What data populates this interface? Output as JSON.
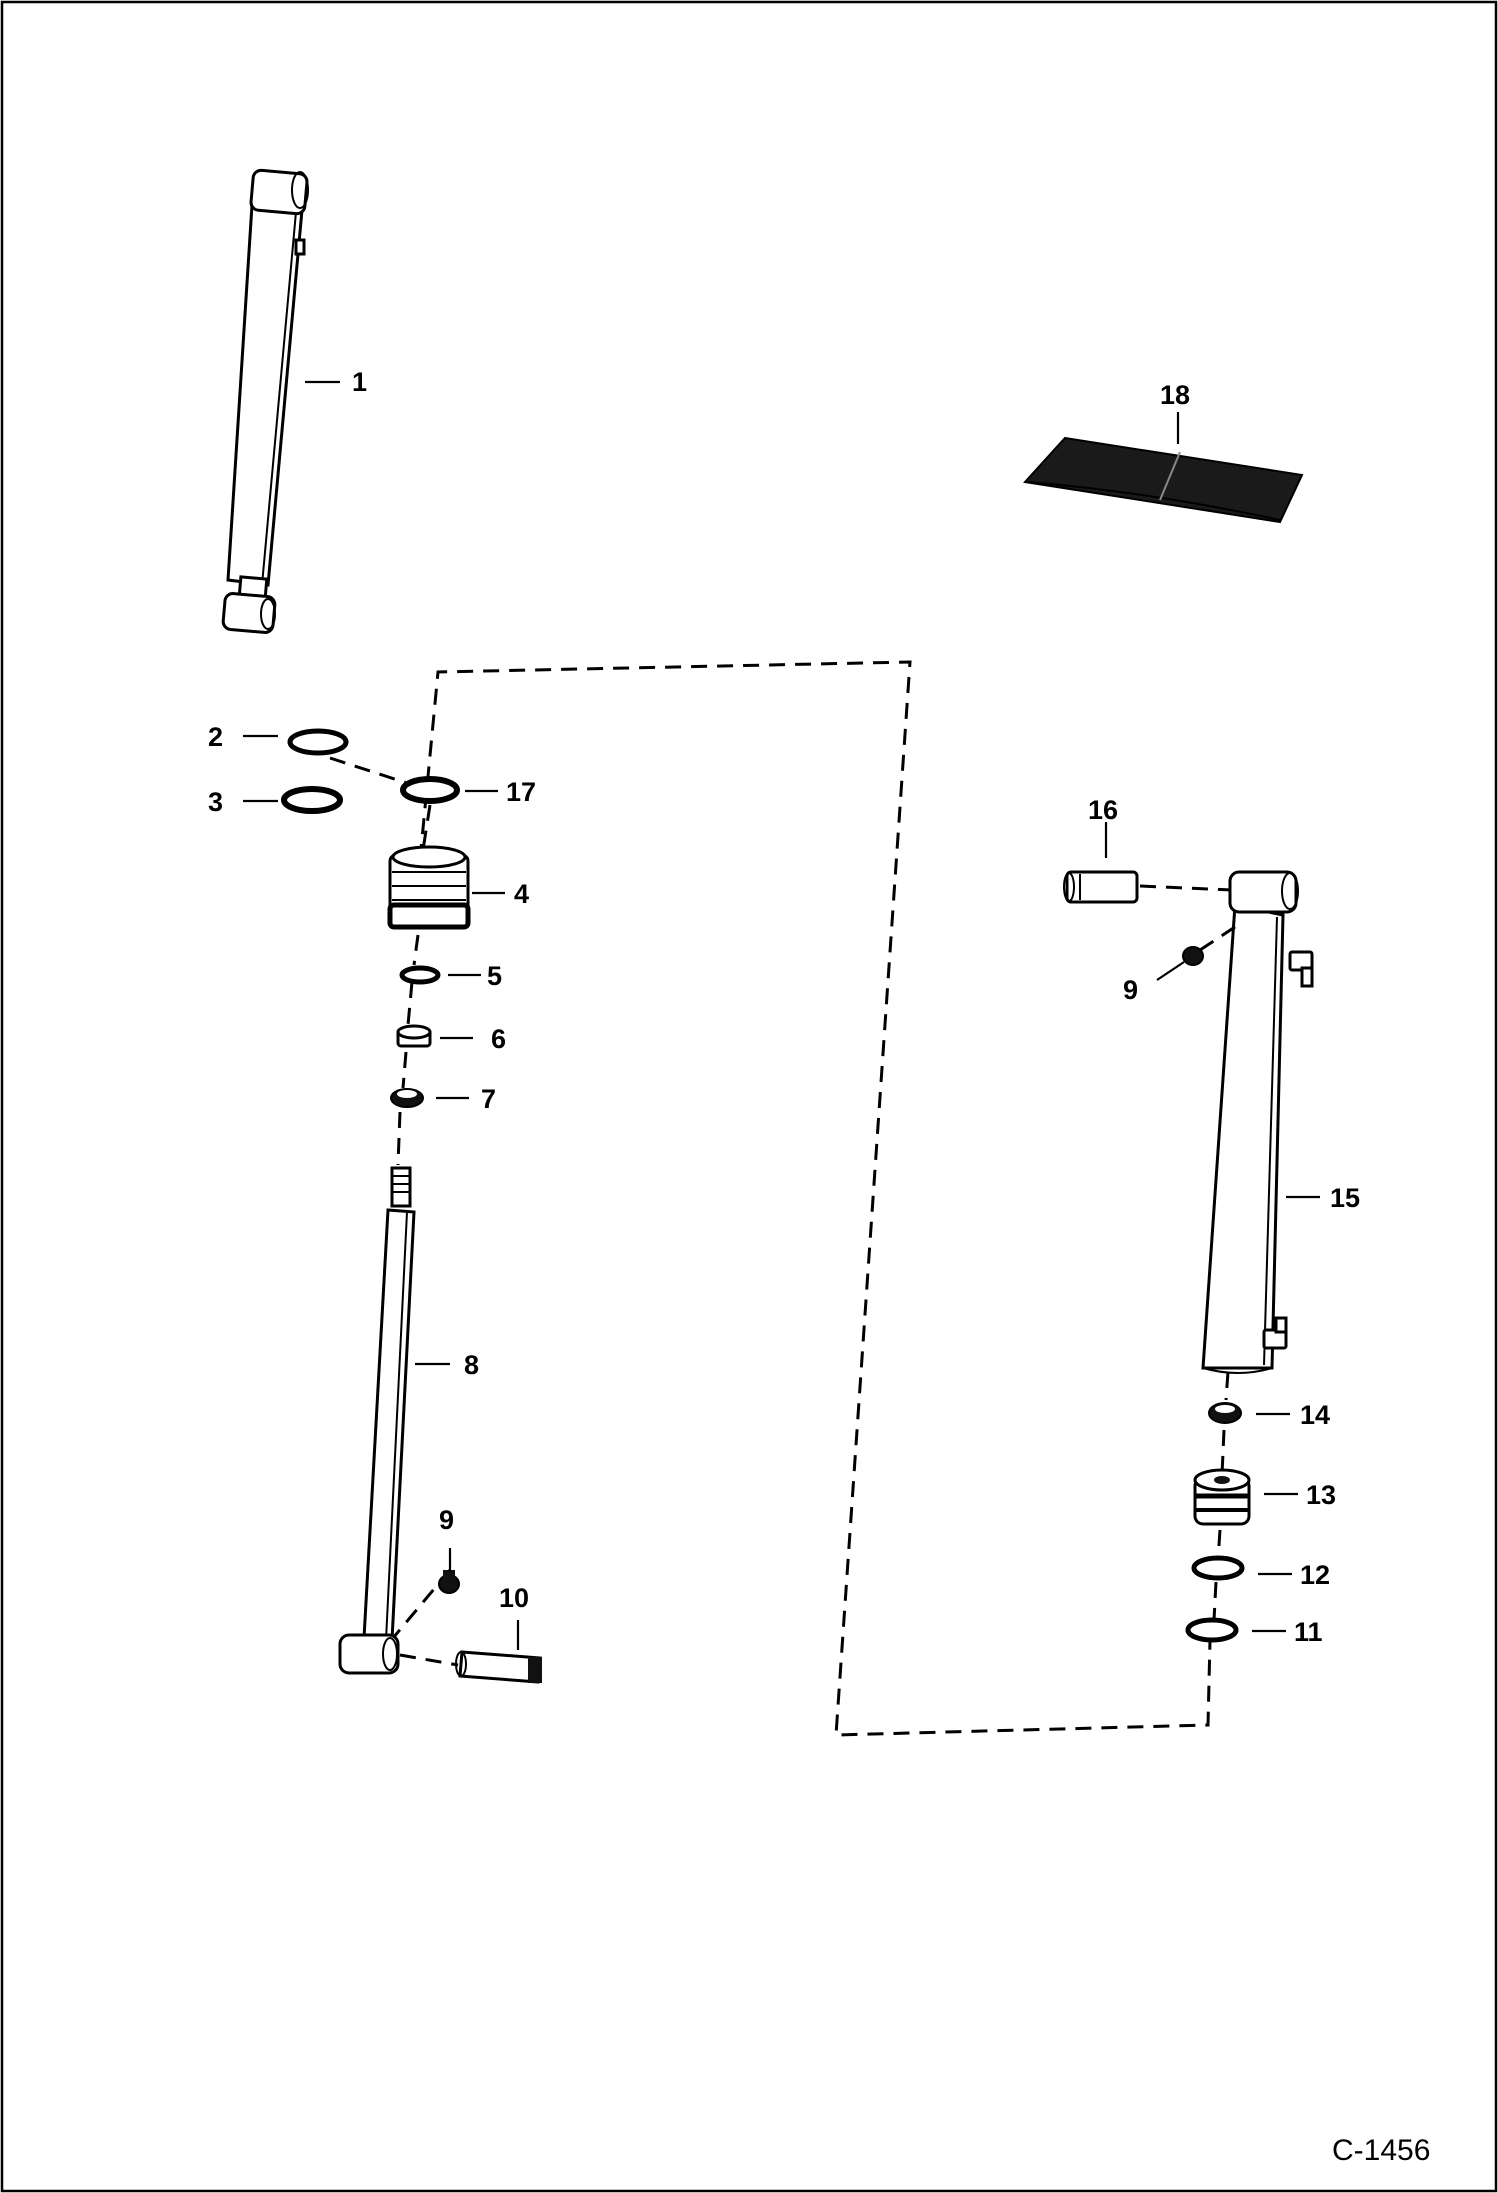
{
  "diagram": {
    "figure_id": "C-1456",
    "callouts": {
      "c1": "1",
      "c2": "2",
      "c3": "3",
      "c4": "4",
      "c5": "5",
      "c6": "6",
      "c7": "7",
      "c8": "8",
      "c9a": "9",
      "c9b": "9",
      "c10": "10",
      "c11": "11",
      "c12": "12",
      "c13": "13",
      "c14": "14",
      "c15": "15",
      "c16": "16",
      "c17": "17",
      "c18": "18"
    }
  }
}
